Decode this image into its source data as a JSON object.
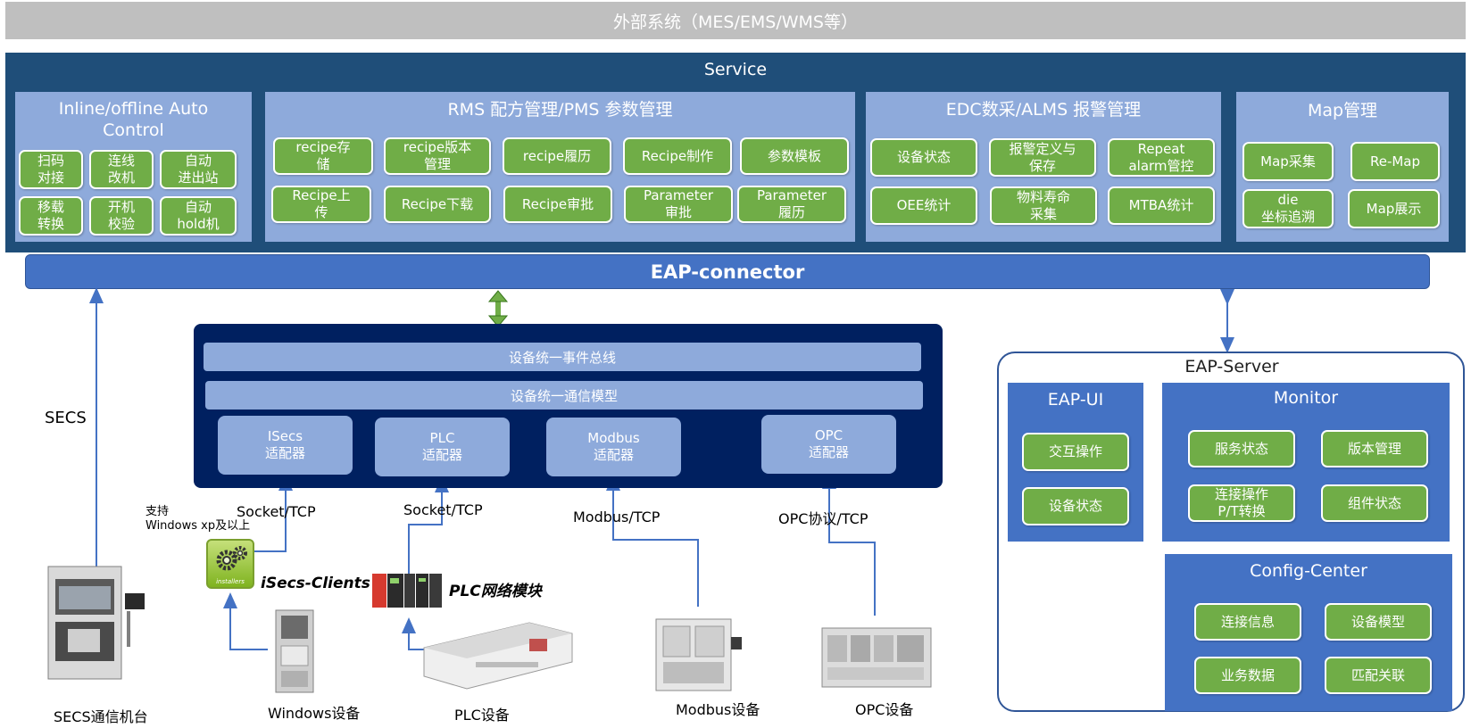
{
  "top_banner": "外部系统（MES/EMS/WMS等）",
  "service": {
    "title": "Service",
    "panels": [
      {
        "title": "Inline/offline Auto\nControl",
        "buttons": [
          "扫码\n对接",
          "连线\n改机",
          "自动\n进出站",
          "移载\n转换",
          "开机\n校验",
          "自动\nhold机"
        ]
      },
      {
        "title": "RMS 配方管理/PMS 参数管理",
        "buttons": [
          "recipe存\n储",
          "recipe版本\n管理",
          "recipe履历",
          "Recipe制作",
          "参数模板",
          "Recipe上\n传",
          "Recipe下载",
          "Recipe审批",
          "Parameter\n审批",
          "Parameter\n履历"
        ]
      },
      {
        "title": "EDC数采/ALMS 报警管理",
        "buttons": [
          "设备状态",
          "报警定义与\n保存",
          "Repeat\nalarm管控",
          "OEE统计",
          "物料寿命\n采集",
          "MTBA统计"
        ]
      },
      {
        "title": "Map管理",
        "buttons": [
          "Map采集",
          "Re-Map",
          "die\n坐标追溯",
          "Map展示"
        ]
      }
    ]
  },
  "connector": "EAP-connector",
  "bus": {
    "event_bus": "设备统一事件总线",
    "comm_model": "设备统一通信模型",
    "adapters": [
      "ISecs\n适配器",
      "PLC\n适配器",
      "Modbus\n适配器",
      "OPC\n适配器"
    ]
  },
  "protocols": {
    "secs": "SECS",
    "socket1": "Socket/TCP",
    "socket2": "Socket/TCP",
    "modbus": "Modbus/TCP",
    "opc": "OPC协议/TCP",
    "support": "支持\nWindows xp及以上"
  },
  "devices": {
    "secs": "SECS通信机台",
    "windows": "Windows设备",
    "plc": "PLC设备",
    "modbus": "Modbus设备",
    "opc": "OPC设备",
    "isecs_clients": "iSecs-Clients",
    "plc_module": "PLC网络模块",
    "installers": "installers"
  },
  "server": {
    "title": "EAP-Server",
    "ui": {
      "title": "EAP-UI",
      "buttons": [
        "交互操作",
        "设备状态"
      ]
    },
    "monitor": {
      "title": "Monitor",
      "buttons": [
        "服务状态",
        "版本管理",
        "连接操作\nP/T转换",
        "组件状态"
      ]
    },
    "config": {
      "title": "Config-Center",
      "buttons": [
        "连接信息",
        "设备模型",
        "业务数据",
        "匹配关联"
      ]
    }
  },
  "colors": {
    "navy": "#1f4e79",
    "panel_blue": "#8eaadb",
    "green": "#70ad47",
    "connector_blue": "#4472c4",
    "bus_navy": "#002060",
    "banner_grey": "#bfbfbf"
  }
}
